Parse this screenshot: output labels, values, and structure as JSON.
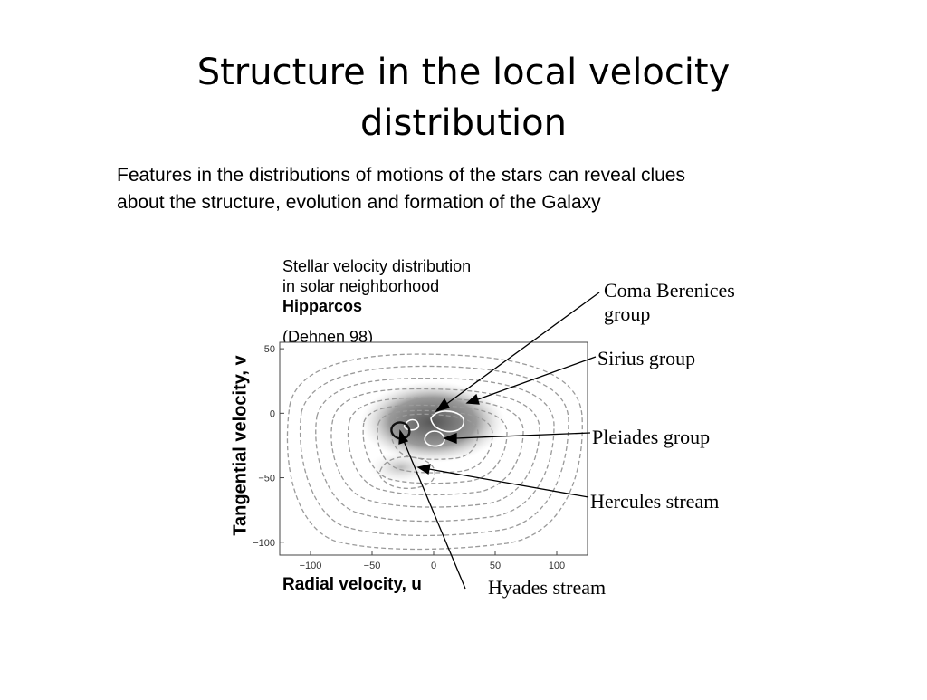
{
  "slide": {
    "title_lines": [
      "Structure in the local velocity",
      "distribution"
    ],
    "subtitle_lines": [
      "Features in the distributions of motions of the stars can reveal clues",
      "about the structure, evolution and formation of the Galaxy"
    ]
  },
  "figure": {
    "caption_lines": [
      "Stellar velocity distribution",
      "in solar neighborhood"
    ],
    "caption_bold": "Hipparcos",
    "reference": "(Dehnen 98)",
    "xlabel": "Radial velocity, u",
    "ylabel": "Tangential velocity, v",
    "x_ticks": [
      "−100",
      "−50",
      "0",
      "50",
      "100"
    ],
    "y_ticks": [
      "50",
      "0",
      "−50",
      "−100"
    ],
    "x_range": [
      -125,
      125
    ],
    "y_range": [
      -110,
      55
    ],
    "annotations": {
      "coma": [
        "Coma Berenices",
        "group"
      ],
      "sirius": "Sirius group",
      "pleiades": "Pleiades group",
      "hercules": "Hercules stream",
      "hyades": "Hyades stream"
    }
  }
}
